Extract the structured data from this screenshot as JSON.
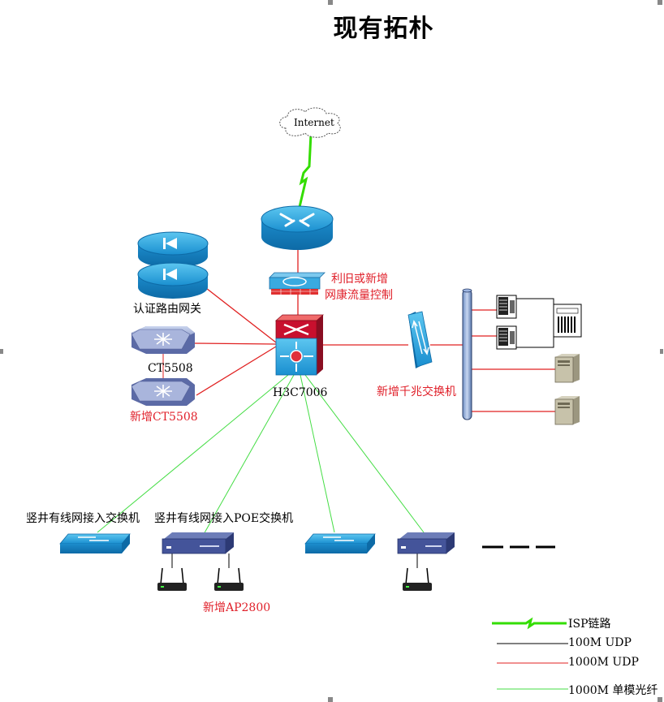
{
  "title": "现有拓朴",
  "nodes": {
    "internet": "Internet",
    "auth_gateway": "认证路由网关",
    "flow_ctrl_line1": "利旧或新增",
    "flow_ctrl_line2": "网康流量控制",
    "core_switch": "H3C7006",
    "ct5508": "CT5508",
    "new_ct5508": "新增CT5508",
    "new_gig_switch": "新增千兆交换机",
    "shaft_wired": "竖井有线网接入交换机",
    "shaft_poe": "竖井有线网接入POE交换机",
    "new_ap": "新增AP2800"
  },
  "legend": {
    "isp": "ISP链路",
    "udp100": "100M UDP",
    "udp1000": "1000M UDP",
    "fiber": "1000M 单模光纤"
  },
  "colors": {
    "isp_link": "#33dd00",
    "udp100": "#000000",
    "udp1000": "#e02020",
    "fiber": "#44dd44",
    "device_blue": "#1a9bd7",
    "core_red": "#c8102e"
  }
}
